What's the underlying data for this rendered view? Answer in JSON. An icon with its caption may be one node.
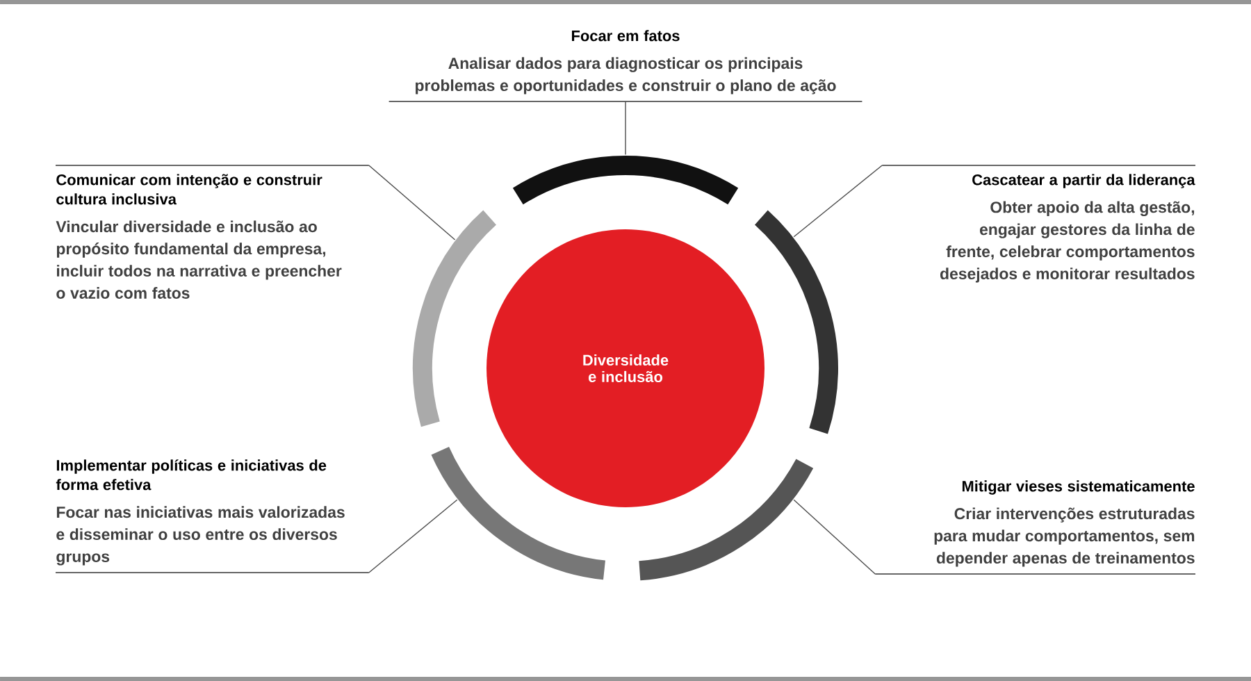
{
  "diagram": {
    "nodes": [
      {
        "text": [
          "Focar em fatos",
          "Analisar dados para diagnosticar os principais problemas e oportunidades e construir o plano de ação"
        ]
      },
      {
        "text": [],
        "shape": "arc"
      },
      {
        "text": [
          "Comunicar com intenção e construir cultura inclusiva",
          "Vincular diversidade e inclusão ao propósito fundamental da empresa, incluir todos na narrativa e preencher o vazio com fatos"
        ]
      },
      {
        "text": [
          "Cascatear a partir da liderança",
          "Obter apoio da alta gestão, engajar gestores da linha de frente, celebrar comportamentos desejados e monitorar resultados"
        ]
      },
      {
        "text": [],
        "shape": "arc"
      },
      {
        "text": [
          "Diversidade e inclusão"
        ]
      },
      {
        "text": [],
        "shape": "arc"
      },
      {
        "text": [
          "Implementar políticas e iniciativas de forma efetiva",
          "Focar nas iniciativas mais valorizadas e disseminar o uso entre os diversos grupos"
        ]
      },
      {
        "text": [
          "Mitigar vieses sistematicamente",
          "Criar intervenções estruturadas para mudar comportamentos, sem depender apenas de treinamentos"
        ]
      },
      {
        "text": [],
        "shape": "arc"
      },
      {
        "text": [],
        "shape": "arc"
      }
    ],
    "edges": [
      {
        "from": 0,
        "to": 1,
        "arrow": "none"
      },
      {
        "from": 2,
        "to": 4,
        "arrow": "none"
      },
      {
        "from": 3,
        "to": 6,
        "arrow": "none"
      },
      {
        "from": 7,
        "to": 9,
        "arrow": "none"
      },
      {
        "from": 8,
        "to": 10,
        "arrow": "none"
      }
    ]
  }
}
